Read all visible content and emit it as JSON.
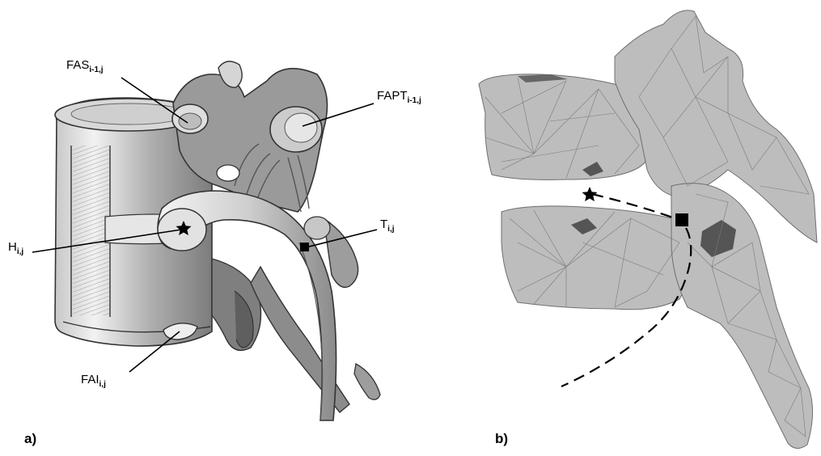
{
  "panel_a": {
    "tag": "a)",
    "labels": {
      "fas": {
        "main": "FAS",
        "sub": "i-1,j"
      },
      "fapt": {
        "main": "FAPT",
        "sub": "i-1,j"
      },
      "h": {
        "main": "H",
        "sub": "i,j"
      },
      "t": {
        "main": "T",
        "sub": "i,j"
      },
      "fai": {
        "main": "FAI",
        "sub": "i,j"
      }
    }
  },
  "panel_b": {
    "tag": "b)"
  },
  "colors": {
    "mesh_fill": "#bdbdbd",
    "mesh_edge": "#6e6e6e",
    "mesh_dark": "#555555",
    "drawing_light": "#eeeeee",
    "drawing_mid": "#b4b4b4",
    "drawing_dark": "#6a6a6a",
    "marker": "#000000"
  },
  "markers": {
    "star": "star-icon",
    "square": "square-icon"
  }
}
